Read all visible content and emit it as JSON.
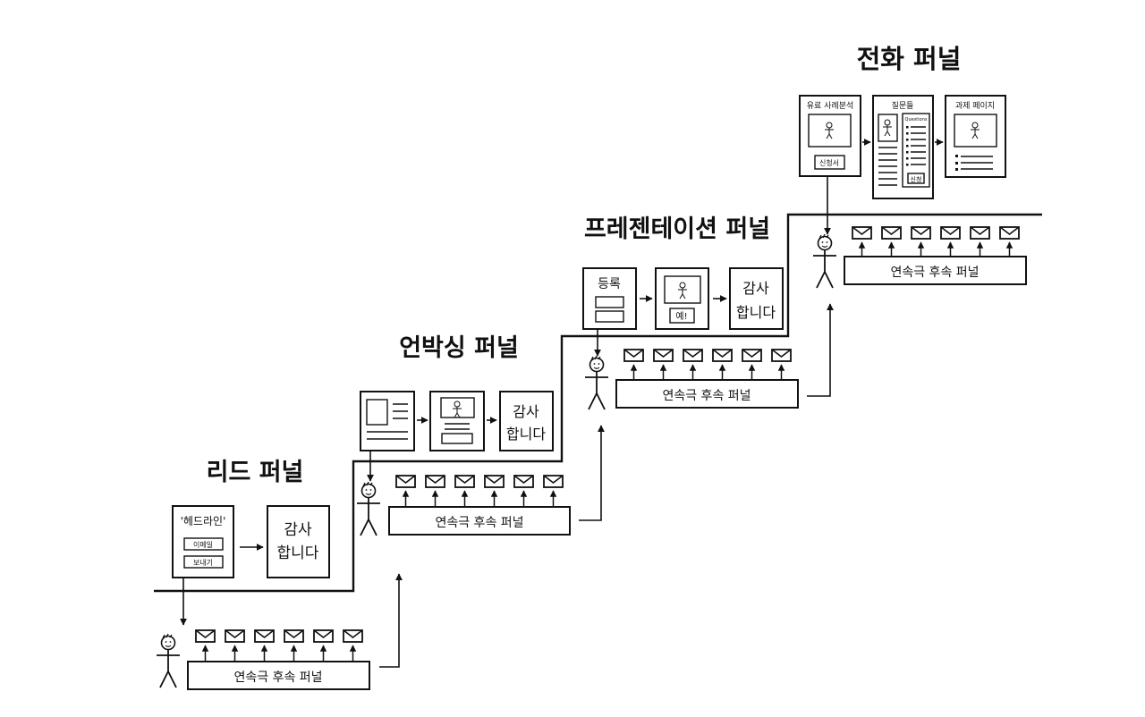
{
  "stages": {
    "lead": {
      "title": "리드 퍼널",
      "page1_headline": "'헤드라인'",
      "page1_email": "이메일",
      "page1_submit": "보내기",
      "thanks_line1": "감사",
      "thanks_line2": "합니다",
      "series_label": "연속극 후속 퍼널",
      "email_count": 6
    },
    "unboxing": {
      "title": "언박싱 퍼널",
      "thanks_line1": "감사",
      "thanks_line2": "합니다",
      "series_label": "연속극 후속 퍼널",
      "email_count": 6
    },
    "presentation": {
      "title": "프레젠테이션 퍼널",
      "register_label": "등록",
      "video_button": "예!",
      "thanks_line1": "감사",
      "thanks_line2": "합니다",
      "series_label": "연속극 후속 퍼널",
      "email_count": 6
    },
    "conversion": {
      "title": "전화 퍼널",
      "case_study_title": "유료 사례분석",
      "case_study_button": "신청서",
      "questions_title": "질문들",
      "questions_panel_title": "Questions",
      "questions_button": "신청",
      "assignment_title": "과제 페이지",
      "series_label": "연속극 후속 퍼널",
      "email_count": 6
    }
  }
}
